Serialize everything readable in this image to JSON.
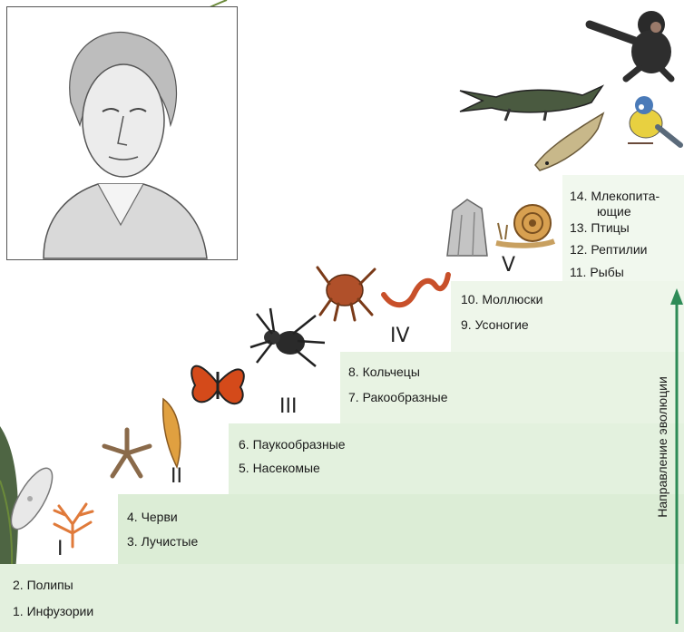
{
  "groups": [
    {
      "roman": "I",
      "items": [
        "2. Полипы",
        "1. Инфузории"
      ]
    },
    {
      "roman": "II",
      "items": [
        "4. Черви",
        "3. Лучистые"
      ]
    },
    {
      "roman": "III",
      "items": [
        "6. Паукообразные",
        "5. Насекомые"
      ]
    },
    {
      "roman": "IV",
      "items": [
        "8. Кольчецы",
        "7. Ракообразные"
      ]
    },
    {
      "roman": "V",
      "items": [
        "10. Моллюски",
        "9. Усоногие"
      ]
    },
    {
      "roman": "",
      "items": [
        "14. Млекопита-",
        "ющие",
        "13. Птицы",
        "12. Рептилии",
        "11. Рыбы"
      ]
    }
  ],
  "arrow_label": "Направление эволюции",
  "colors": {
    "step_light": "#eef6ea",
    "step_mid": "#d9ecd3",
    "arrow": "#2e8b57"
  },
  "icons": [
    "portrait-icon",
    "paramecium-icon",
    "coral-icon",
    "starfish-icon",
    "worm-icon",
    "butterfly-icon",
    "spider-icon",
    "crab-icon",
    "annelid-icon",
    "barnacle-icon",
    "snail-icon",
    "fish-icon",
    "crocodile-icon",
    "bird-icon",
    "chimpanzee-icon"
  ]
}
